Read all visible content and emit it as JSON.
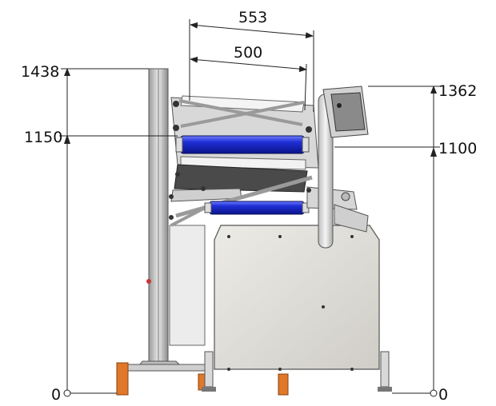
{
  "dimensions": {
    "top_width": "553",
    "inner_width": "500",
    "left_height_top": "1438",
    "left_height_mid": "1150",
    "right_height_top": "1362",
    "right_height_mid": "1100",
    "left_zero": "0",
    "right_zero": "0"
  },
  "colors": {
    "roller_blue": "#1f2fd6",
    "frame_grey": "#c9c9c9",
    "body_panel": "#e6e4de",
    "foot_orange": "#e0782a"
  }
}
